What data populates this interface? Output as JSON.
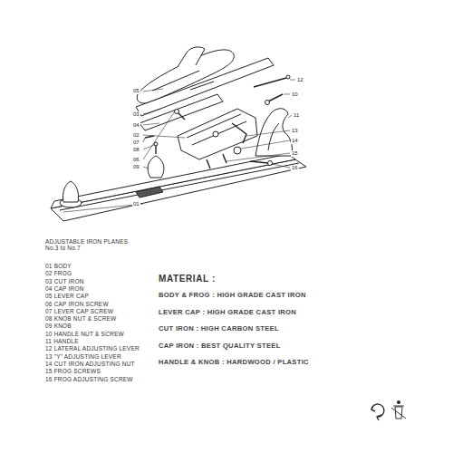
{
  "diagram": {
    "title": "ADJUSTABLE IRON PLANES No.3 to No.7",
    "labels": [
      "05",
      "03",
      "04",
      "02",
      "07",
      "08",
      "06",
      "09",
      "01",
      "12",
      "10",
      "11",
      "13",
      "14",
      "15",
      "16",
      "01 BODY",
      "02 FROG",
      "03 CUT IRON",
      "04 CAP IRON",
      "05 LEVER CAP",
      "06 CAP IRON SCREW",
      "07 LEVER CAP SCREW",
      "08 KNOB NUT & SCREW",
      "09 KNOB",
      "10 HANDLE NUT & SCREW",
      "11 HANDLE",
      "12 LATERAL ADJUSTING LEVER",
      "13 \"Y\" ADJUSTING LEVER",
      "14 CUT IRON ADJUSTING NUT",
      "15 FROG SCREWS",
      "16 FROG ADJUSTING SCREW",
      "MATERIAL :",
      "BODY & FROG : HIGH GRADE CAST IRON",
      "LEVER CAP : HIGH GRADE CAST IRON",
      "CUT IRON : HIGH CARBON STEEL",
      "CAP IRON : BEST QUALITY STEEL",
      "HANDLE & KNOB : HARDWOOD / PLASTIC"
    ]
  }
}
